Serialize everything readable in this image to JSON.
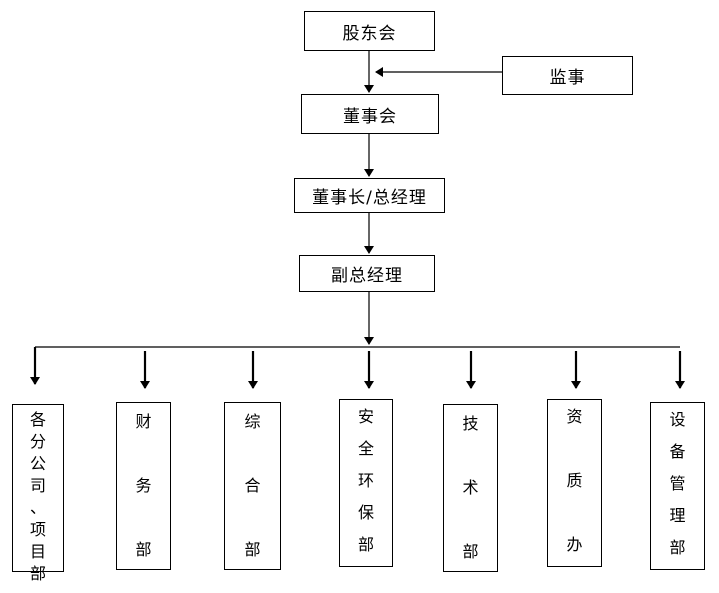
{
  "nodes": {
    "shareholders": "股东会",
    "supervisor": "监事",
    "board": "董事会",
    "chairman_gm": "董事长/总经理",
    "deputy_gm": "副总经理"
  },
  "departments": [
    {
      "chars": [
        "各",
        "分",
        "公",
        "司",
        "、",
        "项",
        "目",
        "部"
      ]
    },
    {
      "chars": [
        "财",
        "务",
        "部"
      ]
    },
    {
      "chars": [
        "综",
        "合",
        "部"
      ]
    },
    {
      "chars": [
        "安",
        "全",
        "环",
        "保",
        "部"
      ]
    },
    {
      "chars": [
        "技",
        "术",
        "部"
      ]
    },
    {
      "chars": [
        "资",
        "质",
        "办"
      ]
    },
    {
      "chars": [
        "设",
        "备",
        "管",
        "理",
        "部"
      ]
    }
  ]
}
